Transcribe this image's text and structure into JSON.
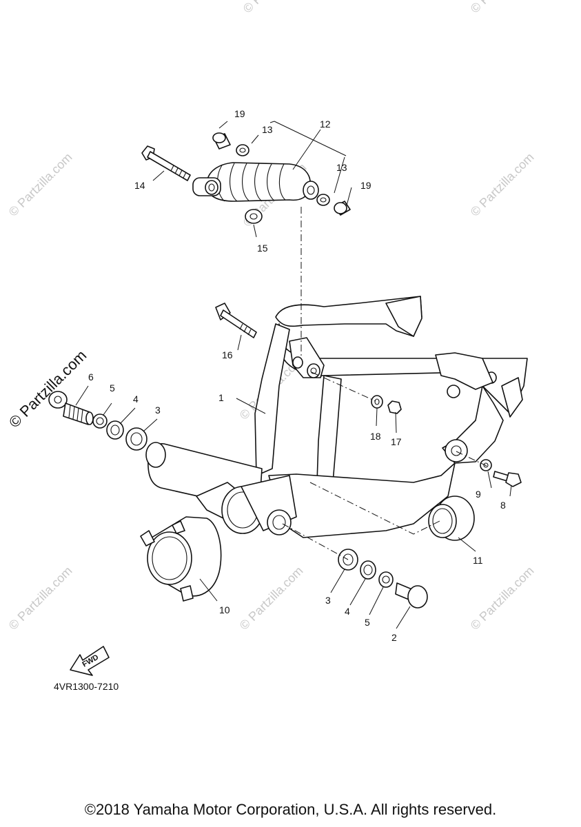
{
  "watermarks": [
    {
      "text": "© Partzilla.com"
    },
    {
      "text": "© Partzilla.com"
    },
    {
      "text": "© Partzilla.com"
    },
    {
      "text": "© Partzilla.com"
    },
    {
      "text": "© Partzilla.com"
    },
    {
      "text": "© Partzilla.com"
    },
    {
      "text": "© Partzilla.com"
    },
    {
      "text": "© Partzilla.com"
    },
    {
      "text": "© Partzilla.com"
    },
    {
      "text": "© Partzilla.com"
    }
  ],
  "callouts": [
    "1",
    "2",
    "3",
    "3",
    "4",
    "4",
    "5",
    "5",
    "6",
    "8",
    "9",
    "10",
    "11",
    "12",
    "13",
    "13",
    "14",
    "15",
    "16",
    "17",
    "18",
    "19",
    "19"
  ],
  "fwd_label": "FWD",
  "diagram_code": "4VR1300-7210",
  "copyright": "©2018 Yamaha Motor Corporation, U.S.A. All rights reserved."
}
